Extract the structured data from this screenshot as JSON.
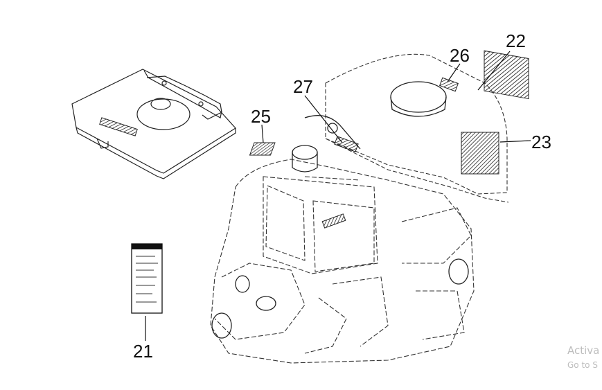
{
  "diagram": {
    "callouts": {
      "c21": "21",
      "c22": "22",
      "c23": "23",
      "c25": "25",
      "c26": "26",
      "c27": "27"
    }
  },
  "watermark": {
    "line1": "Activa",
    "line2": "Go to S"
  }
}
